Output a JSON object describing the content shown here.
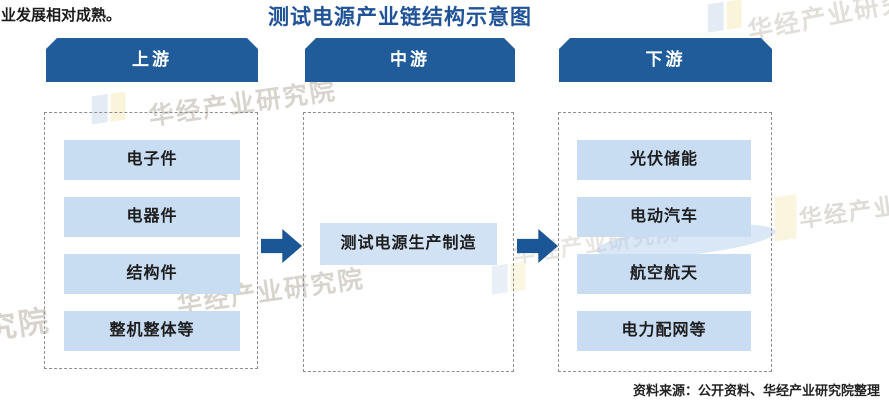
{
  "page": {
    "intro_text": "业发展相对成熟。",
    "title": "测试电源产业链结构示意图",
    "source": "资料来源：公开资料、华经产业研究院整理",
    "watermark": "华经产业研究院",
    "watermark_fragment": "究院"
  },
  "colors": {
    "title_blue": "#1f5296",
    "header_bg": "#1f5c99",
    "item_bg": "#c8dcf2",
    "center_item_bg": "#d2e2f5",
    "arrow_blue": "#1b5796",
    "dash_border": "#8f8f8f",
    "watermark_gray": "#b9b1a5"
  },
  "columns": [
    {
      "header": "上游",
      "items": [
        "电子件",
        "电器件",
        "结构件",
        "整机整体等"
      ]
    },
    {
      "header": "中游",
      "items": [
        "测试电源生产制造"
      ]
    },
    {
      "header": "下游",
      "items": [
        "光伏储能",
        "电动汽车",
        "航空航天",
        "电力配网等"
      ]
    }
  ]
}
